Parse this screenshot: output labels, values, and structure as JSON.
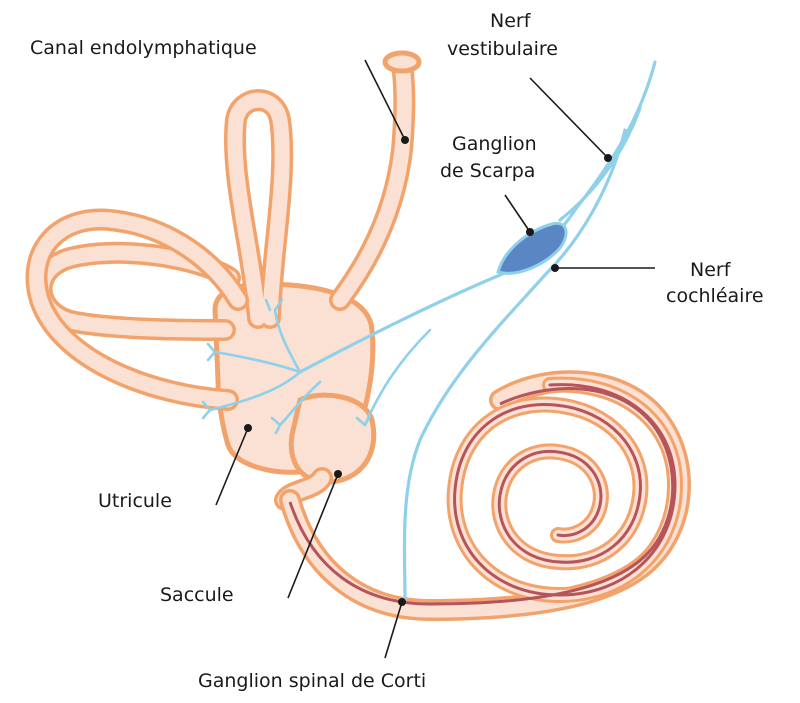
{
  "labels": {
    "canal": "Canal endolymphatique",
    "nerf_vest_1": "Nerf",
    "nerf_vest_2": "vestibulaire",
    "scarpa_1": "Ganglion",
    "scarpa_2": "de Scarpa",
    "nerf_coch_1": "Nerf",
    "nerf_coch_2": "cochléaire",
    "utricule": "Utricule",
    "saccule": "Saccule",
    "corti": "Ganglion spinal de Corti"
  },
  "colors": {
    "labyrinth_outline": "#f2a36b",
    "labyrinth_fill": "#fbe1d3",
    "nerve": "#8fd0ea",
    "ganglion_scarpa": "#5b86c4",
    "cochlear_duct": "#b5545a",
    "text": "#1a1a1a"
  }
}
